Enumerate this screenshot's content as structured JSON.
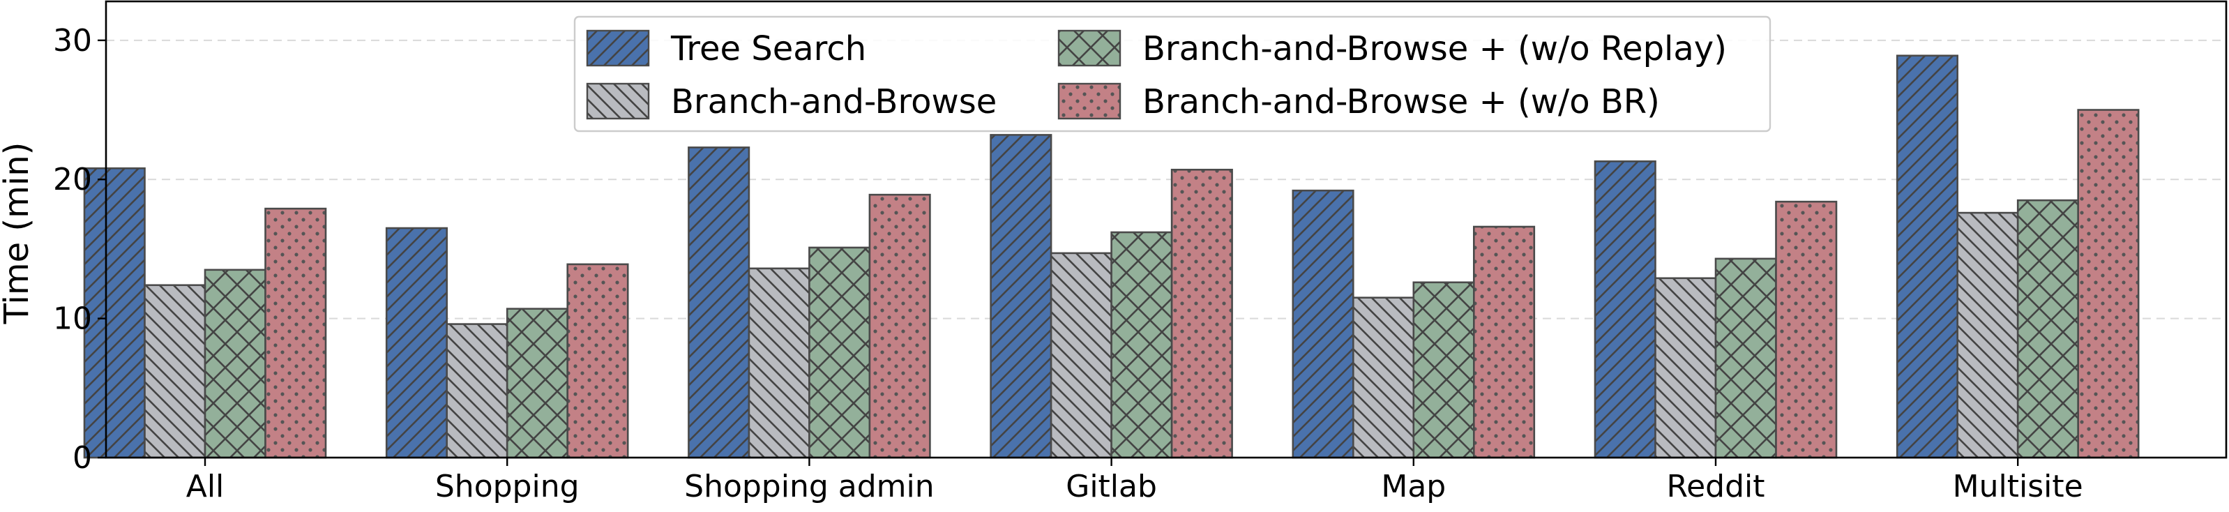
{
  "chart_data": {
    "type": "bar",
    "title": "",
    "xlabel": "",
    "ylabel": "Time (min)",
    "ylim": [
      0,
      32.8
    ],
    "yticks": [
      0,
      10,
      20,
      30
    ],
    "grid": "y-dashed",
    "legend_position": "top-center",
    "categories": [
      "All",
      "Shopping",
      "Shopping admin",
      "Gitlab",
      "Map",
      "Reddit",
      "Multisite"
    ],
    "series": [
      {
        "name": "Tree Search",
        "color": "#4a72ac",
        "hatch": "diagonal-forward",
        "values": [
          20.8,
          16.5,
          22.3,
          23.2,
          19.2,
          21.3,
          28.9
        ]
      },
      {
        "name": "Branch-and-Browse",
        "color": "#b9bbc0",
        "hatch": "diagonal-back",
        "values": [
          12.4,
          9.6,
          13.6,
          14.7,
          11.5,
          12.9,
          17.6
        ]
      },
      {
        "name": "Branch-and-Browse + (w/o Replay)",
        "color": "#93b09a",
        "hatch": "crosshatch",
        "values": [
          13.5,
          10.7,
          15.1,
          16.2,
          12.6,
          14.3,
          18.5
        ]
      },
      {
        "name": "Branch-and-Browse + (w/o BR)",
        "color": "#c38186",
        "hatch": "dots",
        "values": [
          17.9,
          13.9,
          18.9,
          20.7,
          16.6,
          18.4,
          25.0
        ]
      }
    ]
  }
}
